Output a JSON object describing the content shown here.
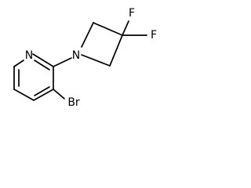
{
  "molecule": {
    "atoms": {
      "n_pyridine": "N",
      "n_azetidine": "N",
      "f_upper": "F",
      "f_right": "F",
      "br": "Br"
    }
  }
}
